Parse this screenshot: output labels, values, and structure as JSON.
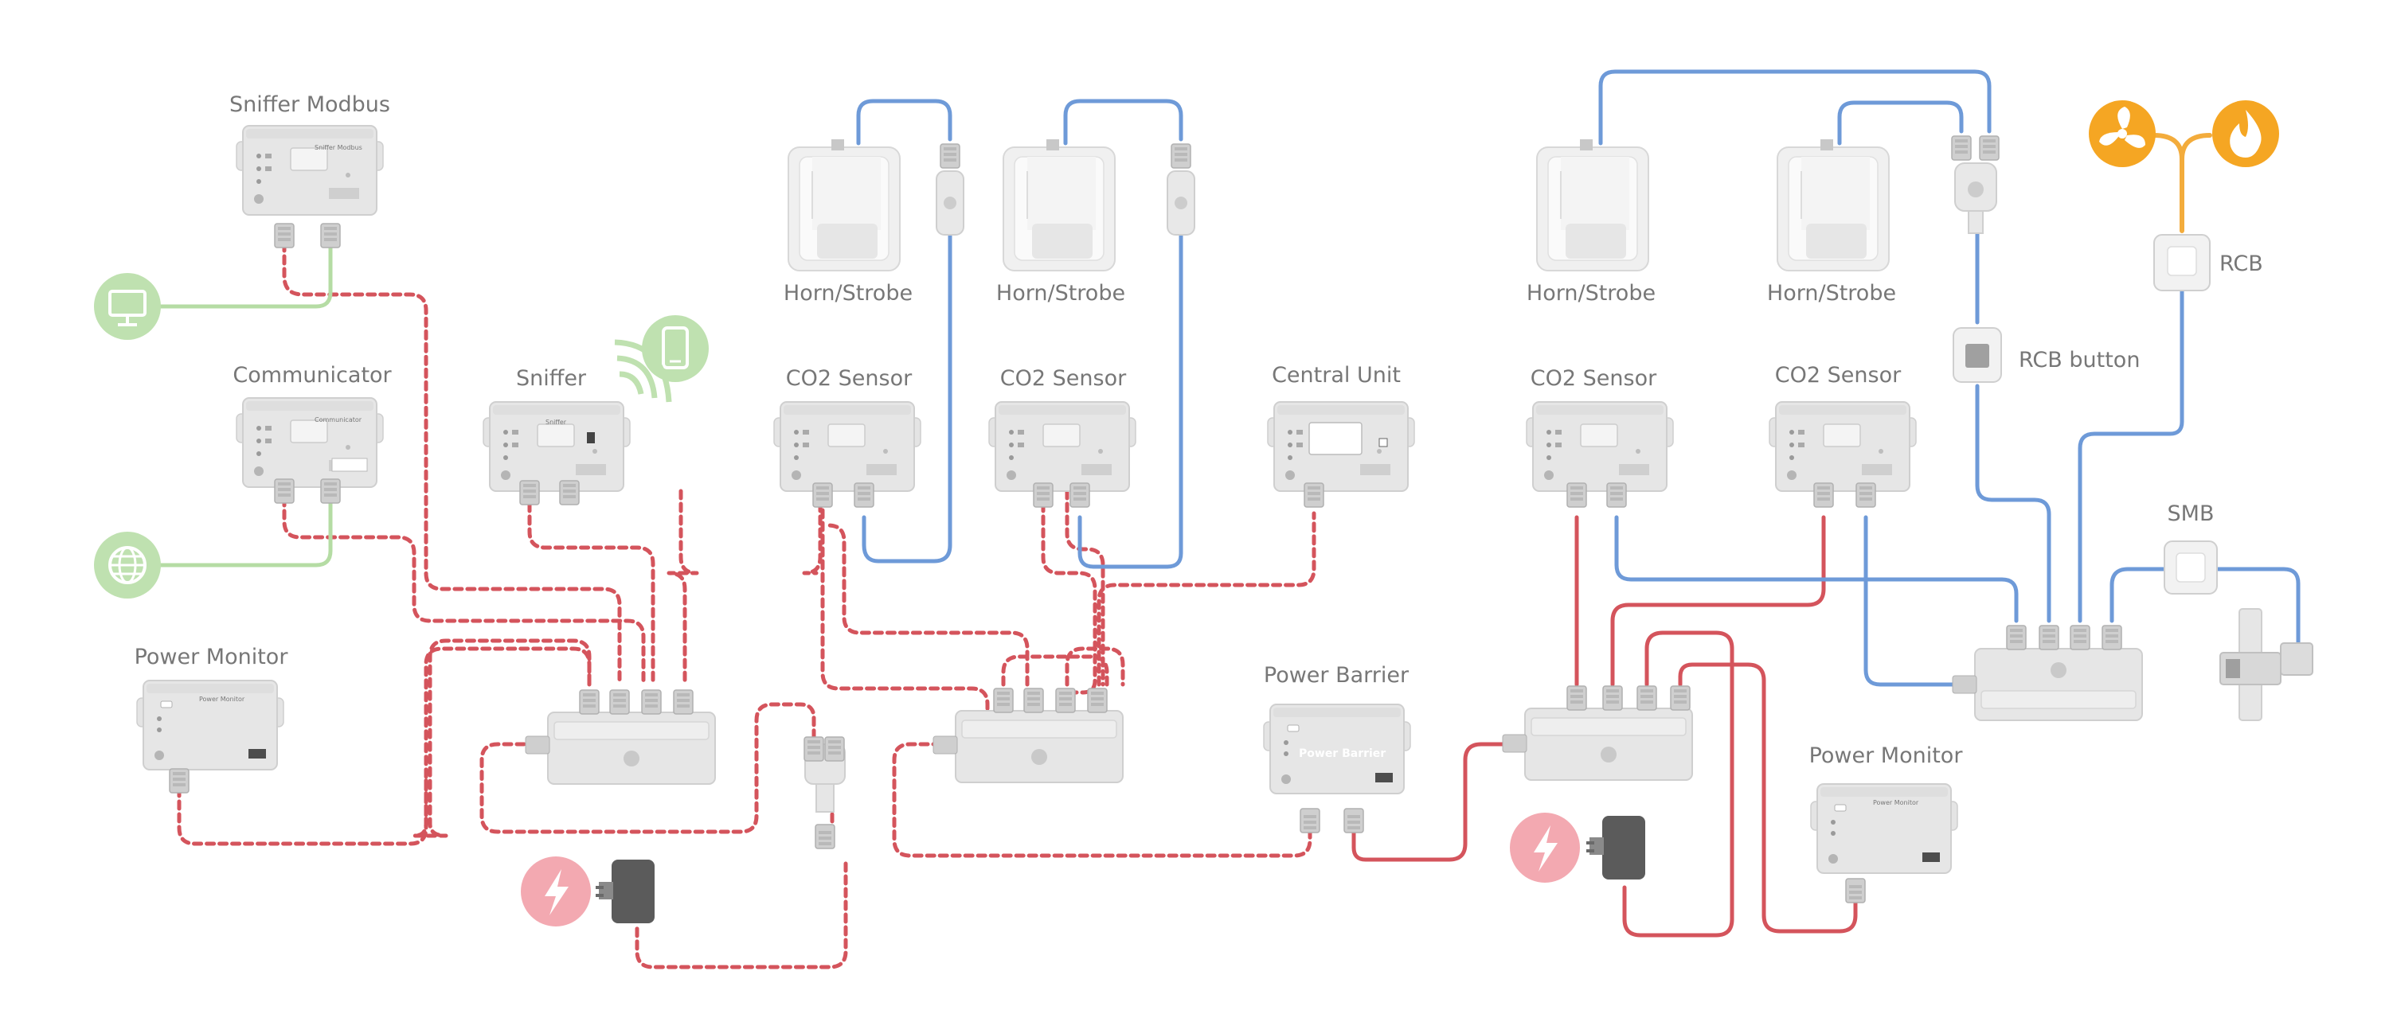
{
  "labels": {
    "sniffer_modbus": "Sniffer Modbus",
    "communicator": "Communicator",
    "sniffer": "Sniffer",
    "power_monitor_left": "Power Monitor",
    "horn_strobe_1": "Horn/Strobe",
    "horn_strobe_2": "Horn/Strobe",
    "horn_strobe_3": "Horn/Strobe",
    "horn_strobe_4": "Horn/Strobe",
    "co2_sensor_1": "CO2 Sensor",
    "co2_sensor_2": "CO2 Sensor",
    "co2_sensor_3": "CO2 Sensor",
    "co2_sensor_4": "CO2 Sensor",
    "central_unit": "Central Unit",
    "power_barrier": "Power Barrier",
    "power_monitor_right": "Power Monitor",
    "rcb": "RCB",
    "rcb_button": "RCB button",
    "smb": "SMB"
  },
  "device_text": {
    "sniffer_modbus": "Sniffer Modbus",
    "communicator": "Communicator",
    "sniffer": "Sniffer",
    "power_monitor": "Power Monitor",
    "power_barrier": "Power Barrier"
  },
  "colors": {
    "bus_dashed": "#d4545c",
    "power_line": "#d4545c",
    "signal_line": "#6e9ad8",
    "network_line": "#b5dca4",
    "network_icon": "#bfe1b0",
    "power_icon": "#f3a9b1",
    "hvac_line": "#f3ac3c",
    "hvac_icon": "#f5a623",
    "device_body": "#e4e4e4",
    "device_edge": "#cfcfcf",
    "label": "#777777"
  },
  "icons": {
    "computer": "desktop-computer-icon",
    "globe": "globe-icon",
    "phone_wifi": "smartphone-wifi-icon",
    "power_left": "lightning-bolt-icon",
    "power_right": "lightning-bolt-icon",
    "fan": "fan-icon",
    "fire": "flame-icon"
  }
}
